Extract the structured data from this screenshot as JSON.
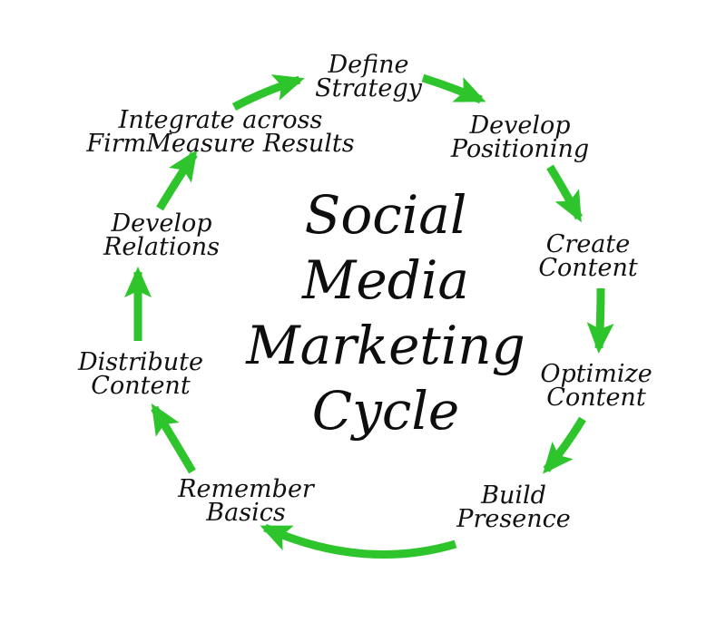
{
  "title": [
    "Social",
    "Media",
    "Marketing",
    "Cycle"
  ],
  "accent_color": "#2ec52c",
  "steps": [
    {
      "id": "define-strategy",
      "lines": [
        "Define",
        "Strategy"
      ]
    },
    {
      "id": "develop-positioning",
      "lines": [
        "Develop",
        "Positioning"
      ]
    },
    {
      "id": "create-content",
      "lines": [
        "Create",
        "Content"
      ]
    },
    {
      "id": "optimize-content",
      "lines": [
        "Optimize",
        "Content"
      ]
    },
    {
      "id": "build-presence",
      "lines": [
        "Build",
        "Presence"
      ]
    },
    {
      "id": "remember-basics",
      "lines": [
        "Remember",
        "Basics"
      ]
    },
    {
      "id": "distribute-content",
      "lines": [
        "Distribute",
        "Content"
      ]
    },
    {
      "id": "develop-relations",
      "lines": [
        "Develop",
        "Relations"
      ]
    },
    {
      "id": "integrate-measure",
      "lines": [
        "Integrate across",
        "FirmMeasure Results"
      ]
    }
  ]
}
